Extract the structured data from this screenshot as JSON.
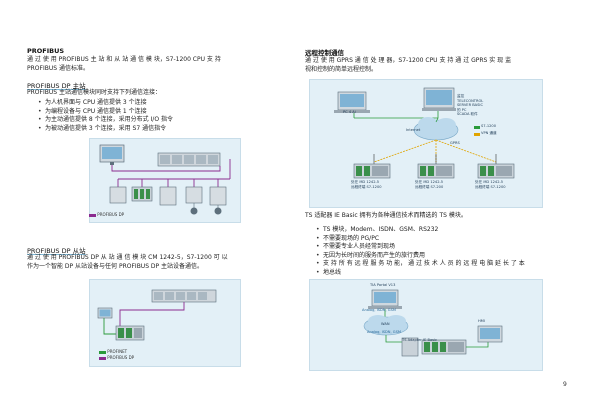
{
  "left": {
    "section_title": "PROFIBUS",
    "intro": [
      "通 过 使 用  PROFIBUS  主 站 和 从 站 通 信 模 块，S7-1200 CPU  支 持",
      "PROFIBUS 通信标准。"
    ],
    "dp_master": {
      "heading": "PROFIBUS DP 主站",
      "lead": "PROFIBUS 主站通信模块同时支持下列通信连接：",
      "bullets": [
        "为人机界面与 CPU 通信提供 3 个连接",
        "为编程设备与 CPU 通信提供 1 个连接",
        "为主动通信提供 8 个连接，采用分布式 I/O 指令",
        "为被动通信提供 3 个连接，采用 S7 通信指令"
      ],
      "legend": "PROFIBUS DP"
    },
    "dp_slave": {
      "heading": "PROFIBUS DP 从站",
      "text": [
        "通 过 使 用 PROFIBUS DP 从 站 通 信 模 块 CM 1242-5，S7-1200 可 以",
        "作为一个智能 DP 从站设备与任何 PROFIBUS DP 主站设备通信。"
      ],
      "legend": [
        "PROFINET",
        "PROFIBUS DP"
      ]
    }
  },
  "right": {
    "section_title": "远程控制通信",
    "intro": [
      "通 过 使 用  GPRS  通 信 处 理 器，S7-1200 CPU  支 持 通 过  GPRS  实 现 监",
      "视和控制的简单远程控制。"
    ],
    "fig1": {
      "pc_label": "PC 4 Ai",
      "center_label": [
        "监控",
        "TELECONTROL",
        "SERVER BASIC",
        "的 PC",
        "SCADA 软件"
      ],
      "internet": "Internet",
      "gprs": "GPRS",
      "legend": [
        "S7-1200",
        "VPN 通道"
      ],
      "node_labels": [
        [
          "处在 MD 1242-5",
          "远程终端 S7-1200"
        ],
        [
          "处在 MD 1242-5",
          "远程终端 S7-200"
        ],
        [
          "处在 MD 1242-5",
          "远程终端 S7-1200"
        ]
      ]
    },
    "ts_intro": "TS 适配器 IE Basic 拥有为各种通信技术而精选的 TS 模块。",
    "ts_bullets": [
      "TS 模块，Modem、ISDN、GSM、RS232",
      "不需要现场的 PG/PC",
      "不需要专业人员经常到现场",
      "无因为长时间的服务而产生的旅行费用",
      "支 持 所 有 远 程 服 务 功 能， 通 过 技 术 人 员 的 远 程 电 脑 延 长 了 本",
      "地总线"
    ],
    "fig2": {
      "portal": "TIA Portal V13",
      "analog_top": "Analog, ISDN, GSM",
      "wan": "WAN",
      "analog_bottom": "Analog, ISDN, GSM",
      "ts_label": "TS Adapter IE Basic",
      "hmi": "HMI"
    }
  },
  "page_number": "9",
  "colors": {
    "figure_bg": "#e3f0f7",
    "profibus": "#8b2b8f",
    "profinet": "#2a9a3a",
    "cloud": "#bcd9ec"
  }
}
